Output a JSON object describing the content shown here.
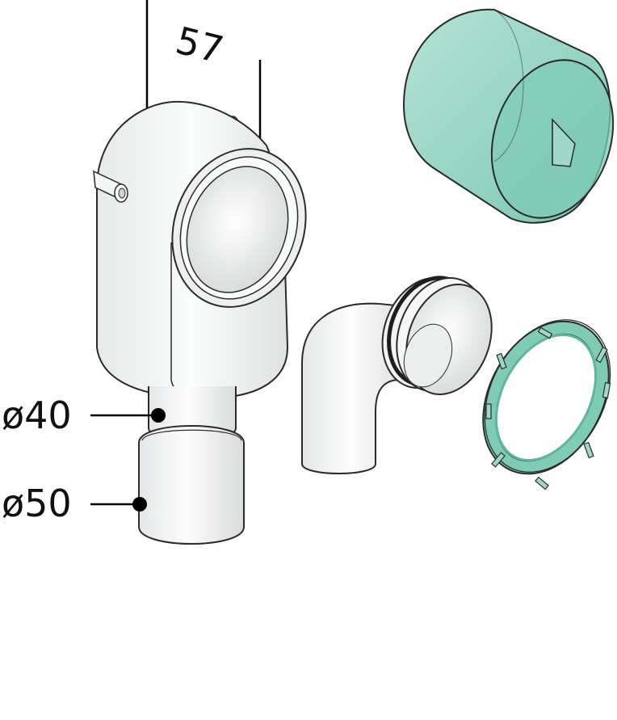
{
  "labels": {
    "dim_depth": "57",
    "dim_inner_pipe": "ø40",
    "dim_outer_pipe": "ø50"
  },
  "colors": {
    "body_white": "#f7f8f8",
    "body_shade": "#e3e5e6",
    "outline": "#2b2b2b",
    "teal_cap": "#7fcbb6",
    "teal_cap_dark": "#5fb59d",
    "leader_line": "#000000"
  }
}
